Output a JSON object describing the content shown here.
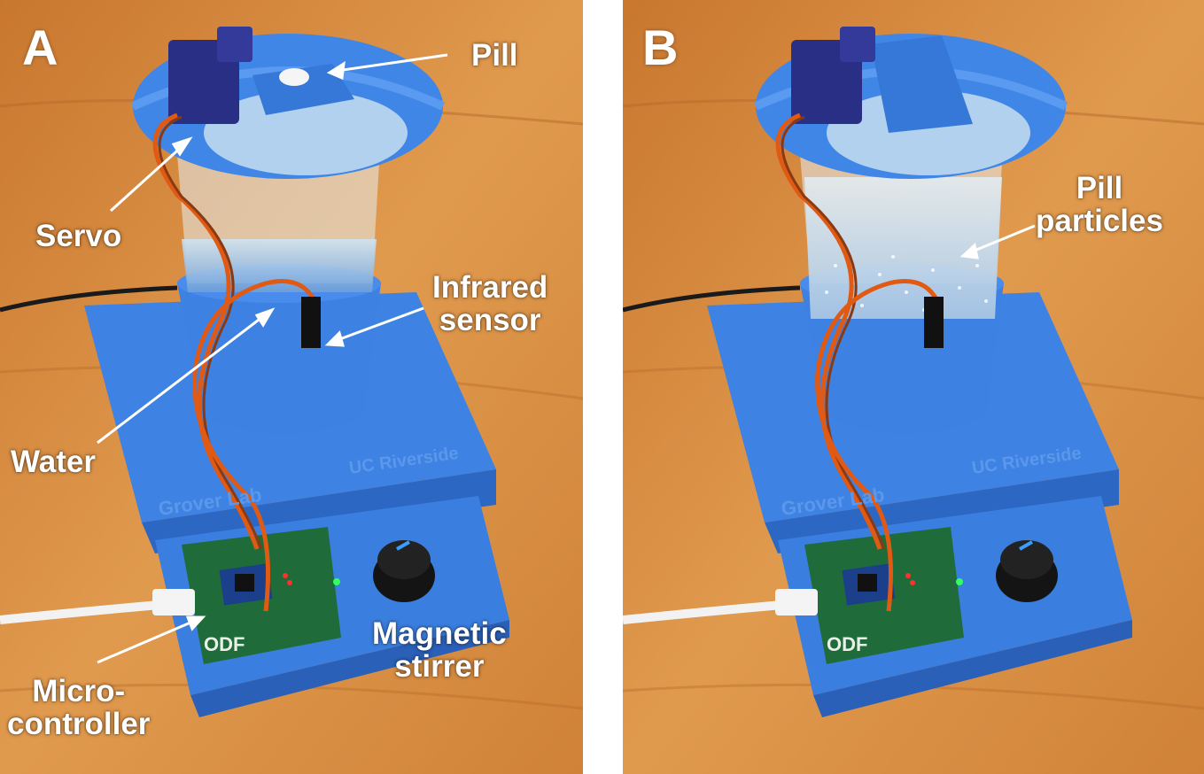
{
  "panels": [
    {
      "letter": "A",
      "labels": {
        "pill": "Pill",
        "servo": "Servo",
        "infrared_line1": "Infrared",
        "infrared_line2": "sensor",
        "water": "Water",
        "magnetic_line1": "Magnetic",
        "magnetic_line2": "stirrer",
        "micro_line1": "Micro-",
        "micro_line2": "controller"
      }
    },
    {
      "letter": "B",
      "labels": {
        "pill_particles_line1": "Pill",
        "pill_particles_line2": "particles"
      }
    }
  ],
  "embossed_text": {
    "left": "Grover Lab",
    "right": "UC Riverside",
    "pcb": "ODF"
  },
  "colors": {
    "table_wood": "#d9893e",
    "printed_blue": "#3b7fe0",
    "pcb_green": "#1f6b3a",
    "servo_navy": "#2a2f86",
    "label_white": "#ffffff"
  }
}
